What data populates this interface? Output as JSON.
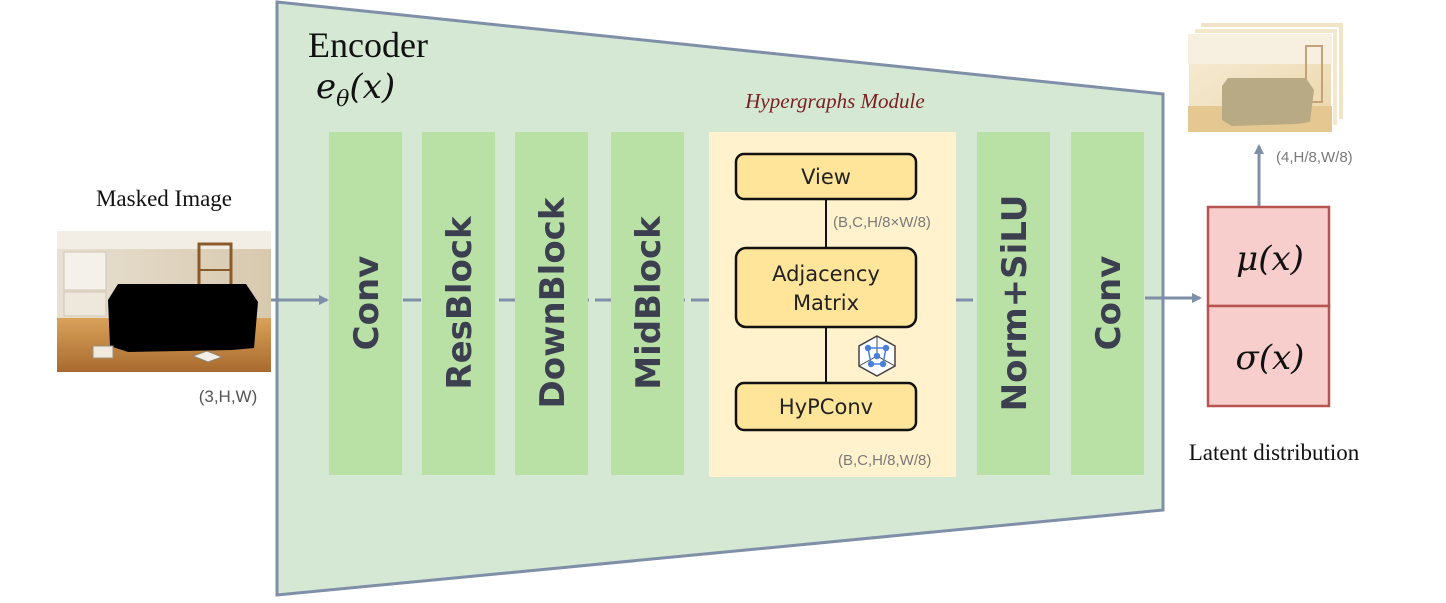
{
  "encoder": {
    "title": "Encoder",
    "formula": "eθ(x)",
    "formula_base": "e",
    "formula_sub": "θ",
    "formula_arg": "(x)"
  },
  "input": {
    "label": "Masked Image",
    "shape": "(3,H,W)"
  },
  "blocks": [
    {
      "label": "Conv"
    },
    {
      "label": "ResBlock"
    },
    {
      "label": "DownBlock"
    },
    {
      "label": "MidBlock"
    },
    {
      "label": "Norm+SiLU"
    },
    {
      "label": "Conv"
    }
  ],
  "hypergraph": {
    "title": "Hypergraphs Module",
    "view_label": "View",
    "view_shape": "(B,C,H/8×W/8)",
    "adjacency_line1": "Adjacency",
    "adjacency_line2": "Matrix",
    "hypconv_label": "HyPConv",
    "out_shape": "(B,C,H/8,W/8)"
  },
  "latent": {
    "mu": "μ(x)",
    "sigma": "σ(x)",
    "label": "Latent distribution",
    "output_shape": "(4,H/8,W/8)"
  },
  "colors": {
    "encoder_fill": "#d5e8d4",
    "encoder_stroke": "#7f8fa8",
    "block_fill": "#b9e0a5",
    "module_fill": "#fff2cc",
    "node_fill": "#ffe599",
    "latent_fill": "#f8cecc",
    "latent_stroke": "#b85450",
    "arrow": "#7f8fa8",
    "module_title": "#7a1f1f"
  }
}
